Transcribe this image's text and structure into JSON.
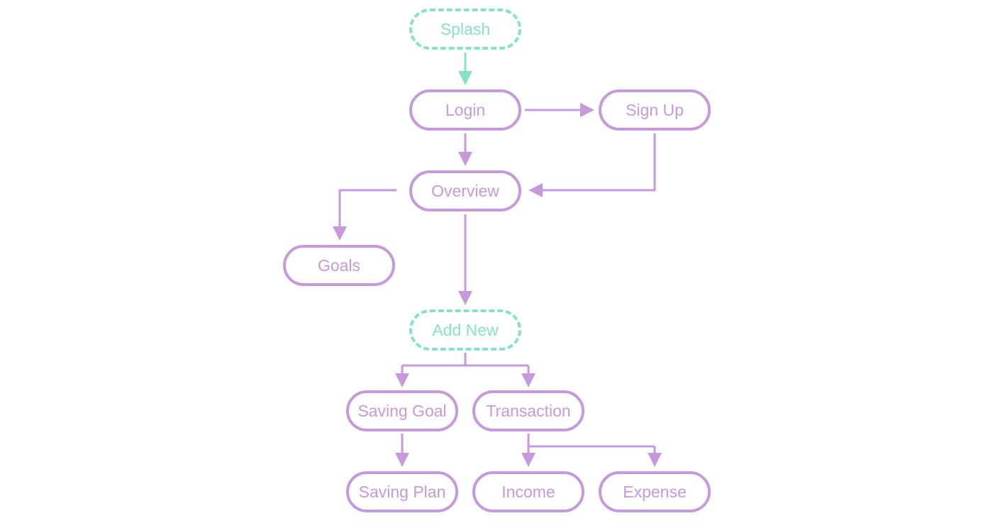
{
  "colors": {
    "primary": "#c698dc",
    "secondary": "#86e1c8",
    "background": "#ffffff"
  },
  "nodes": {
    "splash": "Splash",
    "login": "Login",
    "signup": "Sign Up",
    "overview": "Overview",
    "goals": "Goals",
    "add_new": "Add New",
    "saving_goal": "Saving Goal",
    "transaction": "Transaction",
    "saving_plan": "Saving Plan",
    "income": "Income",
    "expense": "Expense"
  },
  "edges": [
    {
      "from": "splash",
      "to": "login"
    },
    {
      "from": "login",
      "to": "signup"
    },
    {
      "from": "login",
      "to": "overview"
    },
    {
      "from": "signup",
      "to": "overview"
    },
    {
      "from": "overview",
      "to": "goals"
    },
    {
      "from": "overview",
      "to": "add_new"
    },
    {
      "from": "add_new",
      "to": "saving_goal"
    },
    {
      "from": "add_new",
      "to": "transaction"
    },
    {
      "from": "saving_goal",
      "to": "saving_plan"
    },
    {
      "from": "transaction",
      "to": "income"
    },
    {
      "from": "transaction",
      "to": "expense"
    }
  ]
}
